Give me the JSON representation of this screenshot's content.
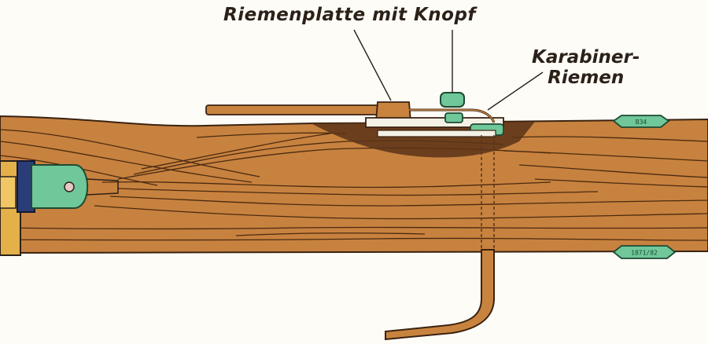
{
  "labels": {
    "riemenplatte": "Riemenplatte mit Knopf",
    "karabiner_line1": "Karabiner-",
    "karabiner_line2": "Riemen"
  },
  "stamps": {
    "top": "B34",
    "bottom": "1871/82"
  },
  "colors": {
    "wood": "#c8823f",
    "wood_dark": "#6b3a14",
    "metal_brass": "#c8843f",
    "metal_green": "#6fc79a",
    "ink": "#2b2118",
    "background": "#fdfcf7"
  }
}
